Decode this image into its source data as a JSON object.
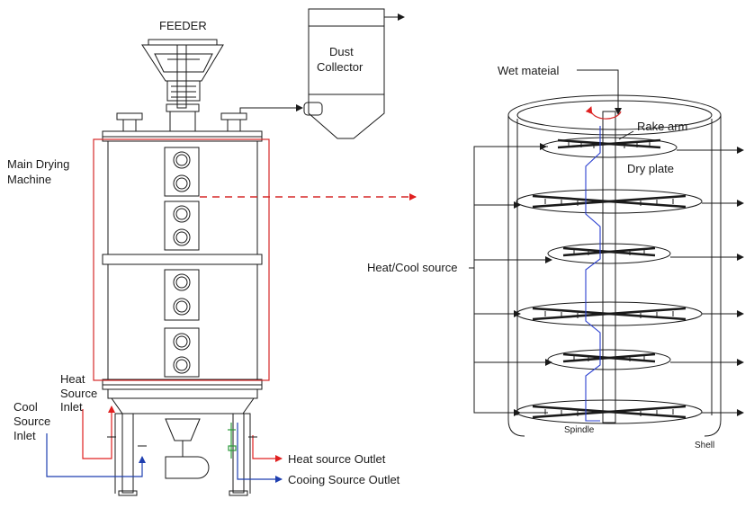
{
  "labels": {
    "feeder": "FEEDER",
    "dust_collector": [
      "Dust",
      "Collector"
    ],
    "main_drying_machine": [
      "Main Drying",
      "Machine"
    ],
    "heat_source_inlet": [
      "Heat",
      "Source",
      "Inlet"
    ],
    "cool_source_inlet": [
      "Cool",
      "Source",
      "Inlet"
    ],
    "heat_source_outlet": "Heat source Outlet",
    "cooling_source_outlet": "Cooing Source Outlet",
    "wet_material": "Wet mateial",
    "rake_arm": "Rake arm",
    "dry_plate": "Dry plate",
    "heat_cool_source": "Heat/Cool source",
    "spindle": "Spindle",
    "shell": "Shell"
  },
  "colors": {
    "line": "#1a1a1a",
    "highlight_frame": "#d62828",
    "heat_line": "#e02020",
    "cool_line": "#1f3fb0",
    "material_path": "#2a3fd0",
    "valve_green": "#2a9a3a"
  }
}
